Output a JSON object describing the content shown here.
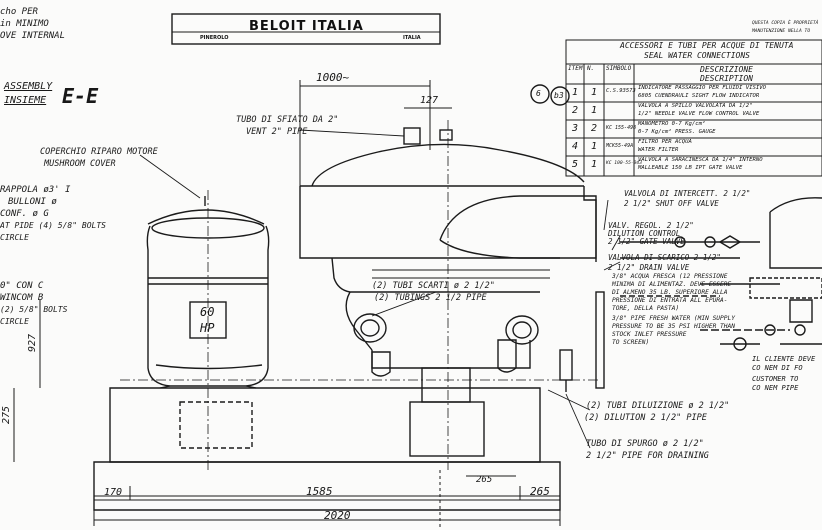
{
  "title_block": {
    "company": "BELOIT ITALIA",
    "sub_left": "PINEROLO",
    "sub_right": "ITALIA",
    "notice_1": "QUESTA COPIA È PROPRIETÀ",
    "notice_2": "MANUTENZIONE NELLA TO"
  },
  "left_notes": {
    "n1": "cho PER",
    "n2": "in MINIMO",
    "n3": "OVE INTERNAL",
    "assembly_1": "ASSEMBLY",
    "assembly_2": "INSIEME",
    "assembly_mark": "E-E",
    "bolts_1": "RAPPOLA ø3' I",
    "bolts_2": "BULLONI ø",
    "bolts_3": "CONF. ø G",
    "bolts_4": "AT PIDE (4) 5/8\" BOLTS",
    "bolts_5": "CIRCLE",
    "con_1": "0\" CON C",
    "con_2": "WINCOM B",
    "con_3": "(2) 5/8\" BOLTS",
    "con_4": "CIRCLE",
    "cover_it": "COPERCHIO RIPARO MOTORE",
    "cover_en": "MUSHROOM COVER"
  },
  "motor_label": {
    "l1": "60",
    "l2": "HP"
  },
  "vent_label": {
    "it": "TUBO DI SFIATO DA 2\"",
    "en": "VENT 2\" PIPE"
  },
  "drain_label": {
    "it": "(2) TUBI SCARTI ø 2 1/2\"",
    "en": "(2) TUBINGS 2 1/2 PIPE"
  },
  "dimensions": {
    "d1000": "1000~",
    "d127": "127",
    "d927": "927",
    "d275": "275",
    "d170": "170",
    "d1585": "1585",
    "d265a": "265",
    "d265b": "265",
    "d2020": "2020"
  },
  "parts_table": {
    "title_it": "ACCESSORI E TUBI PER ACQUE DI TENUTA",
    "title_en": "SEAL WATER CONNECTIONS",
    "head_item": "ITEM",
    "head_qty": "N.",
    "head_sym": "SIMBOLO",
    "head_desc_it": "DESCRIZIONE",
    "head_desc_en": "DESCRIPTION",
    "rows": [
      {
        "item": "1",
        "qty": "1",
        "sym": "C.S.93573",
        "it": "INDICATORE PASSAGGIO PER FLUIDI VISIVO",
        "en": "6805 CUENDRAULI SIGHT FLOW INDICATOR"
      },
      {
        "item": "2",
        "qty": "1",
        "sym": "",
        "it": "VALVOLA A SPILLO VALVOLATA DA 1/2\"",
        "en": "1/2\" NEEDLE VALVE FLOW CONTROL VALVE"
      },
      {
        "item": "3",
        "qty": "2",
        "sym": "KC 155-498",
        "it": "MANOMETRO 0-7 Kg/cm²",
        "en": "0-7 Kg/cm² PRESS. GAUGE"
      },
      {
        "item": "4",
        "qty": "1",
        "sym": "MCK55-49A",
        "it": "FILTRO PER ACQUA",
        "en": "WATER FILTER"
      },
      {
        "item": "5",
        "qty": "1",
        "sym": "KC 100-55-043",
        "it": "VALVOLA A SARACINESCA DA 1/4\" INTERNO",
        "en": "MALLEABLE 150 LB IPT GATE VALVE"
      }
    ]
  },
  "balloons": {
    "b1": "6",
    "b2": "b3"
  },
  "right_notes": {
    "shutoff_it": "VALVOLA DI INTERCETT. 2 1/2\"",
    "shutoff_en": "2 1/2\" SHUT OFF VALVE",
    "reg_it": "VALV. REGOL. 2 1/2\"",
    "reg_en1": "DILUTION CONTROL",
    "reg_en2": "2 1/2\" GATE VALVE",
    "strain_it": "VALVOLA DI SCARICO 2 1/2\"",
    "strain_en": "2 1/2\" DRAIN VALVE",
    "fresh_1": "3/8\" ACQUA FRESCA (12 PRESSIONE",
    "fresh_2": "MINIMA DI ALIMENTAZ. DEVE ESSERE",
    "fresh_3": "DI ALMENO 35 LB. SUPERIORE ALLA",
    "fresh_4": "PRESSIONE DI ENTRATA ALL EPURA-",
    "fresh_5": "TORE, DELLA PASTA)",
    "fresh_6": "3/8\" PIPE FRESH WATER (MIN SUPPLY",
    "fresh_7": "PRESSURE TO BE 35 PSI HIGHER THAN",
    "fresh_8": "STOCK INLET PRESSURE",
    "fresh_9": "TO SCREEN)",
    "client_1": "IL CLIENTE DEVE",
    "client_2": "CO NEM DI FO",
    "client_3": "CUSTOMER TO",
    "client_4": "CO NEM PIPE",
    "dil_it": "(2) TUBI DILUIZIONE ø 2 1/2\"",
    "dil_en": "(2) DILUTION 2 1/2\" PIPE",
    "drain_it": "TUBO DI SPURGO ø 2 1/2\"",
    "drain_en": "2 1/2\" PIPE FOR DRAINING"
  }
}
